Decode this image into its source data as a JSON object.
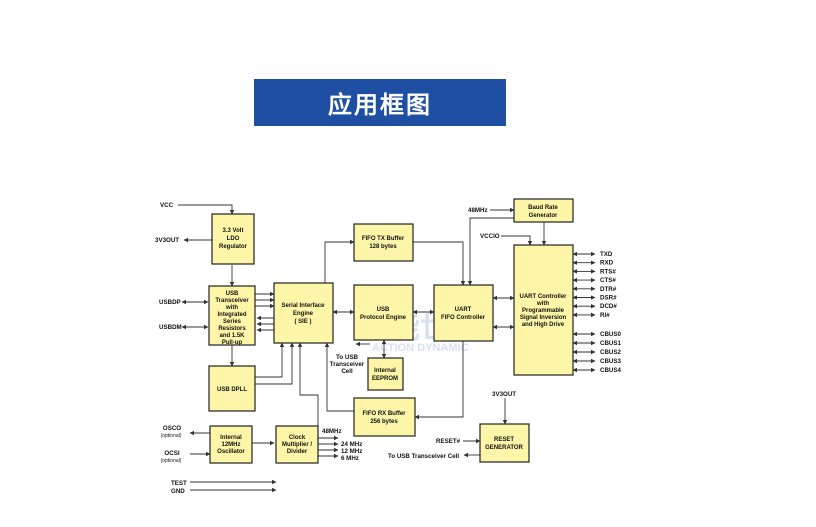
{
  "banner_title": "应用框图",
  "blocks": {
    "ldo": [
      "3.3 Volt",
      "LDO",
      "Regulator"
    ],
    "usb_transceiver": [
      "USB",
      "Transceiver",
      "with",
      "Integrated",
      "Series",
      "Resistors",
      "and 1.5K",
      "Pull-up"
    ],
    "usb_dpll": [
      "USB DPLL"
    ],
    "sie": [
      "Serial Interface",
      "Engine",
      "( SIE )"
    ],
    "fifo_tx": [
      "FIFO TX Buffer",
      "128 bytes"
    ],
    "usb_protocol": [
      "USB",
      "Protocol Engine"
    ],
    "uart_fifo": [
      "UART",
      "FIFO Controller"
    ],
    "eeprom": [
      "Internal",
      "EEPROM"
    ],
    "fifo_rx": [
      "FIFO RX Buffer",
      "256 bytes"
    ],
    "baud_rate": [
      "Baud Rate",
      "Generator"
    ],
    "uart_controller": [
      "UART Controller",
      "with",
      "Programmable",
      "Signal Inversion",
      "and High Drive"
    ],
    "oscillator": [
      "Internal",
      "12MHz",
      "Oscillator"
    ],
    "clock_multiplier": [
      "Clock",
      "Multiplier /",
      "Divider"
    ],
    "reset_generator": [
      "RESET",
      "GENERATOR"
    ]
  },
  "signals": {
    "vcc": "VCC",
    "v3v3out_left": "3V3OUT",
    "usbdp": "USBDP",
    "usbdm": "USBDM",
    "osco": "OSCO",
    "osco_note": "(optional)",
    "osci": "OCSI",
    "osci_note": "(optional)",
    "test": "TEST",
    "gnd": "GND",
    "mhz48_top": "48MHz",
    "vccio": "VCCIO",
    "to_usb_transceiver_cell": [
      "To USB",
      "Transceiver",
      "Cell"
    ],
    "mhz48_mid": "48MHz",
    "mhz24": "24 MHz",
    "mhz12": "12 MHz",
    "mhz6": "6 MHz",
    "v3v3out_right": "3V3OUT",
    "reset": "RESET#",
    "to_usb_cell_bottom": "To USB Transceiver Cell"
  },
  "uart_pins": [
    "TXD",
    "RXD",
    "RTS#",
    "CTS#",
    "DTR#",
    "DSR#",
    "DCD#",
    "RI#"
  ],
  "cbus_pins": [
    "CBUS0",
    "CBUS1",
    "CBUS2",
    "CBUS3",
    "CBUS4"
  ],
  "watermark": {
    "main": "动能世纪",
    "sub": "ACTION DYNAMIC"
  }
}
